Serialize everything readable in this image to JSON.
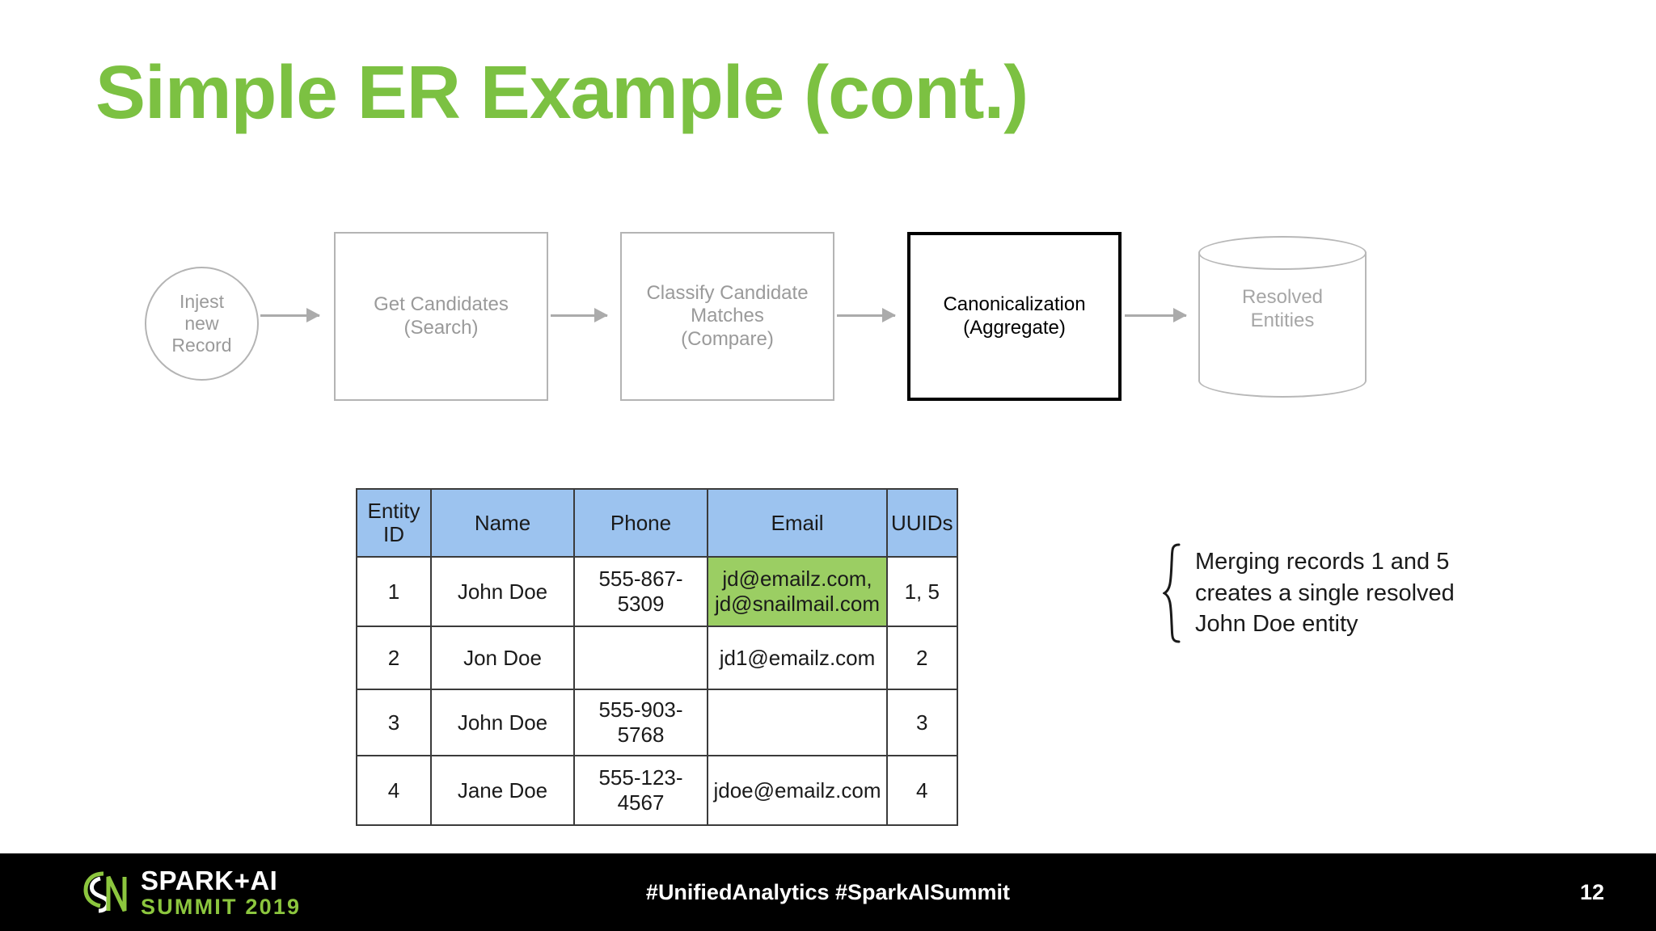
{
  "slide": {
    "title": "Simple ER Example (cont.)",
    "title_color": "#7CC142",
    "page_number": "12"
  },
  "pipeline": {
    "nodes": [
      {
        "id": "injest-new-record",
        "label": "Injest\nnew\nRecord",
        "shape": "circle",
        "highlighted": false
      },
      {
        "id": "get-candidates",
        "label": "Get Candidates\n(Search)",
        "shape": "box",
        "highlighted": false
      },
      {
        "id": "classify-candidate-matches",
        "label": "Classify Candidate\nMatches\n(Compare)",
        "shape": "box",
        "highlighted": false
      },
      {
        "id": "canonicalization",
        "label": "Canonicalization\n(Aggregate)",
        "shape": "box",
        "highlighted": true
      },
      {
        "id": "resolved-entities",
        "label": "Resolved\nEntities",
        "shape": "cylinder",
        "highlighted": false
      }
    ],
    "node_color": "#9A9A9A",
    "highlight_color": "#000000",
    "arrow_color": "#ABABAB"
  },
  "table": {
    "header_bg": "#9CC3EF",
    "highlight_bg": "#9BCE63",
    "columns": [
      "Entity\nID",
      "Name",
      "Phone",
      "Email",
      "UUIDs"
    ],
    "rows": [
      {
        "entity_id": "1",
        "name": "John Doe",
        "phone": "555-867-5309",
        "email": "jd@emailz.com,\njd@snailmail.com",
        "uuids": "1, 5",
        "email_highlighted": true
      },
      {
        "entity_id": "2",
        "name": "Jon Doe",
        "phone": "",
        "email": "jd1@emailz.com",
        "uuids": "2",
        "email_highlighted": false
      },
      {
        "entity_id": "3",
        "name": "John Doe",
        "phone": "555-903-5768",
        "email": "",
        "uuids": "3",
        "email_highlighted": false
      },
      {
        "entity_id": "4",
        "name": "Jane Doe",
        "phone": "555-123-4567",
        "email": "jdoe@emailz.com",
        "uuids": "4",
        "email_highlighted": false
      }
    ]
  },
  "annotation": {
    "text": "Merging records 1 and 5\ncreates a single resolved\nJohn Doe entity"
  },
  "footer": {
    "logo_line1": "SPARK+AI",
    "logo_line2": "SUMMIT 2019",
    "logo_accent": "#8CC63E",
    "hashtags": "#UnifiedAnalytics #SparkAISummit",
    "background": "#000000"
  }
}
